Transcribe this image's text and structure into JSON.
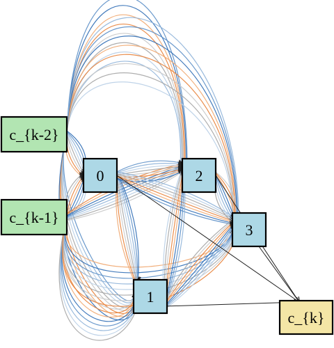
{
  "nodes": {
    "ck2": {
      "label": "c_{k-2}",
      "kind": "input"
    },
    "ck1": {
      "label": "c_{k-1}",
      "kind": "input"
    },
    "n0": {
      "label": "0",
      "kind": "op"
    },
    "n1": {
      "label": "1",
      "kind": "op"
    },
    "n2": {
      "label": "2",
      "kind": "op"
    },
    "n3": {
      "label": "3",
      "kind": "op"
    },
    "ck": {
      "label": "c_{k}",
      "kind": "output"
    }
  },
  "colors": {
    "input_fill": "#b2e5b2",
    "op_fill": "#add8e6",
    "output_fill": "#f4e6a6",
    "edge_palette": [
      "#2f6db5",
      "#5b8fc7",
      "#8fb3d9",
      "#b9cfe6",
      "#a6a6a6",
      "#c8c8c8",
      "#e8823a",
      "#f0a870",
      "#222222"
    ]
  },
  "edge_groups": [
    {
      "from": "ck2",
      "to": "n0"
    },
    {
      "from": "ck2",
      "to": "n1"
    },
    {
      "from": "ck2",
      "to": "n2"
    },
    {
      "from": "ck2",
      "to": "n3"
    },
    {
      "from": "ck1",
      "to": "n0"
    },
    {
      "from": "ck1",
      "to": "n1"
    },
    {
      "from": "ck1",
      "to": "n2"
    },
    {
      "from": "ck1",
      "to": "n3"
    },
    {
      "from": "n0",
      "to": "n1"
    },
    {
      "from": "n0",
      "to": "n2"
    },
    {
      "from": "n0",
      "to": "n3"
    },
    {
      "from": "n1",
      "to": "n2"
    },
    {
      "from": "n1",
      "to": "n3"
    },
    {
      "from": "n2",
      "to": "n3"
    },
    {
      "from": "n0",
      "to": "ck"
    },
    {
      "from": "n1",
      "to": "ck"
    },
    {
      "from": "n2",
      "to": "ck"
    },
    {
      "from": "n3",
      "to": "ck"
    }
  ]
}
